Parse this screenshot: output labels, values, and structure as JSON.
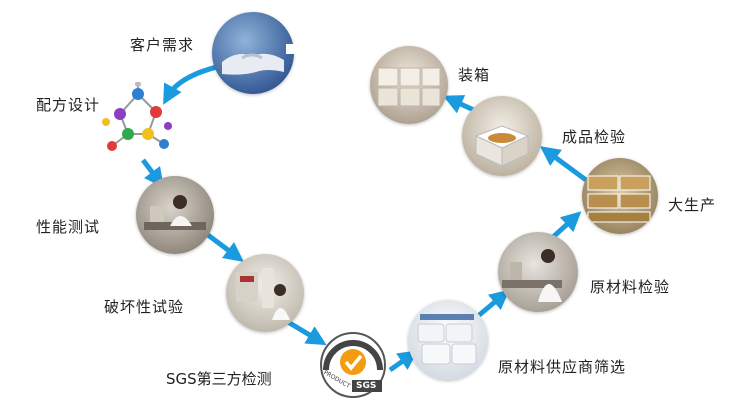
{
  "steps": {
    "customer_demand": "客户需求",
    "formula_design": "配方设计",
    "performance_test": "性能测试",
    "destructive_test": "破坏性试验",
    "sgs_test": "SGS第三方检测",
    "supplier_screening": "原材料供应商筛选",
    "raw_material_inspection": "原材料检验",
    "mass_production": "大生产",
    "product_inspection": "成品检验",
    "packing": "装箱"
  },
  "sgs_badge": {
    "product_text": "PRODUCT",
    "sgs_text": "SGS"
  },
  "colors": {
    "arrow": "#1a9be0",
    "text": "#222222",
    "sgs_orange": "#f39c12"
  }
}
